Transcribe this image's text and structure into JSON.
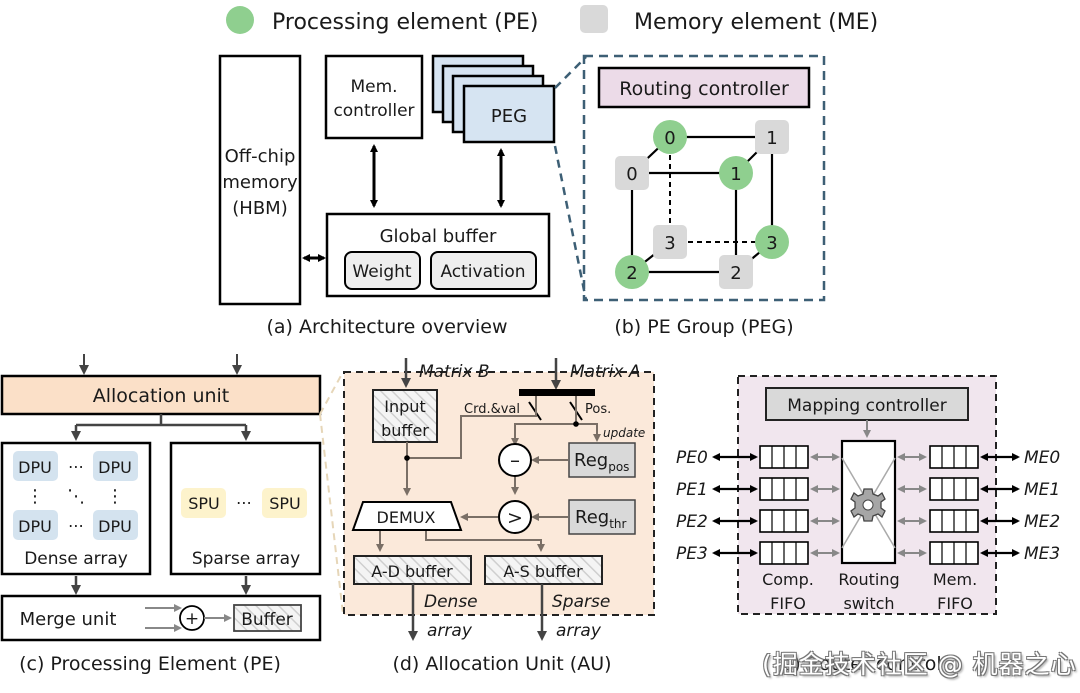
{
  "legend": {
    "pe_label": "Processing element (PE)",
    "me_label": "Memory element (ME)",
    "pe_color": "#8fcf8f",
    "me_color": "#d9d9d9"
  },
  "panel_a": {
    "caption": "(a) Architecture overview",
    "offchip": [
      "Off-chip",
      "memory",
      "(HBM)"
    ],
    "mem_controller": [
      "Mem.",
      "controller"
    ],
    "peg": "PEG",
    "global_buffer": "Global buffer",
    "weight": "Weight",
    "activation": "Activation",
    "peg_color": "#d6e4f2"
  },
  "panel_b": {
    "caption": "(b) PE Group (PEG)",
    "routing_controller": "Routing controller",
    "routing_color": "#ecdbe8",
    "pe_nodes": [
      "0",
      "1",
      "2",
      "3"
    ],
    "me_nodes": [
      "0",
      "1",
      "2",
      "3"
    ]
  },
  "panel_c": {
    "caption": "(c) Processing Element (PE)",
    "allocation_unit": "Allocation unit",
    "allocation_color": "#fbe0c8",
    "dpu": "DPU",
    "spu": "SPU",
    "dense_array": "Dense array",
    "sparse_array": "Sparse array",
    "merge_unit": "Merge unit",
    "plus": "+",
    "buffer": "Buffer",
    "dots_h": "⋯",
    "dots_v": "⋮",
    "dots_d": "⋱",
    "dpu_color": "#d4e3ef",
    "spu_color": "#fdf3cc"
  },
  "panel_d": {
    "caption": "(d) Allocation Unit (AU)",
    "matrix_b": "Matrix B",
    "matrix_a": "Matrix A",
    "input_buffer": [
      "Input",
      "buffer"
    ],
    "crd_val": "Crd.&val",
    "pos": "Pos.",
    "update": "update",
    "minus": "–",
    "greater": ">",
    "reg": "Reg",
    "reg_pos_sub": "pos",
    "reg_thr_sub": "thr",
    "demux": "DEMUX",
    "ad_buffer": "A-D buffer",
    "as_buffer": "A-S buffer",
    "dense": "Dense",
    "sparse": "Sparse",
    "array": "array",
    "bg_color": "#fbe9da"
  },
  "panel_e": {
    "caption": "(e) Router control",
    "mapping_controller": "Mapping controller",
    "pe_ports": [
      "PE0",
      "PE1",
      "PE2",
      "PE3"
    ],
    "me_ports": [
      "ME0",
      "ME1",
      "ME2",
      "ME3"
    ],
    "comp_fifo": [
      "Comp.",
      "FIFO"
    ],
    "routing_switch": [
      "Routing",
      "switch"
    ],
    "mem_fifo": [
      "Mem.",
      "FIFO"
    ],
    "bg_color": "#f1e6ee"
  },
  "watermark": "(掘金技术社区 @ 机器之心"
}
